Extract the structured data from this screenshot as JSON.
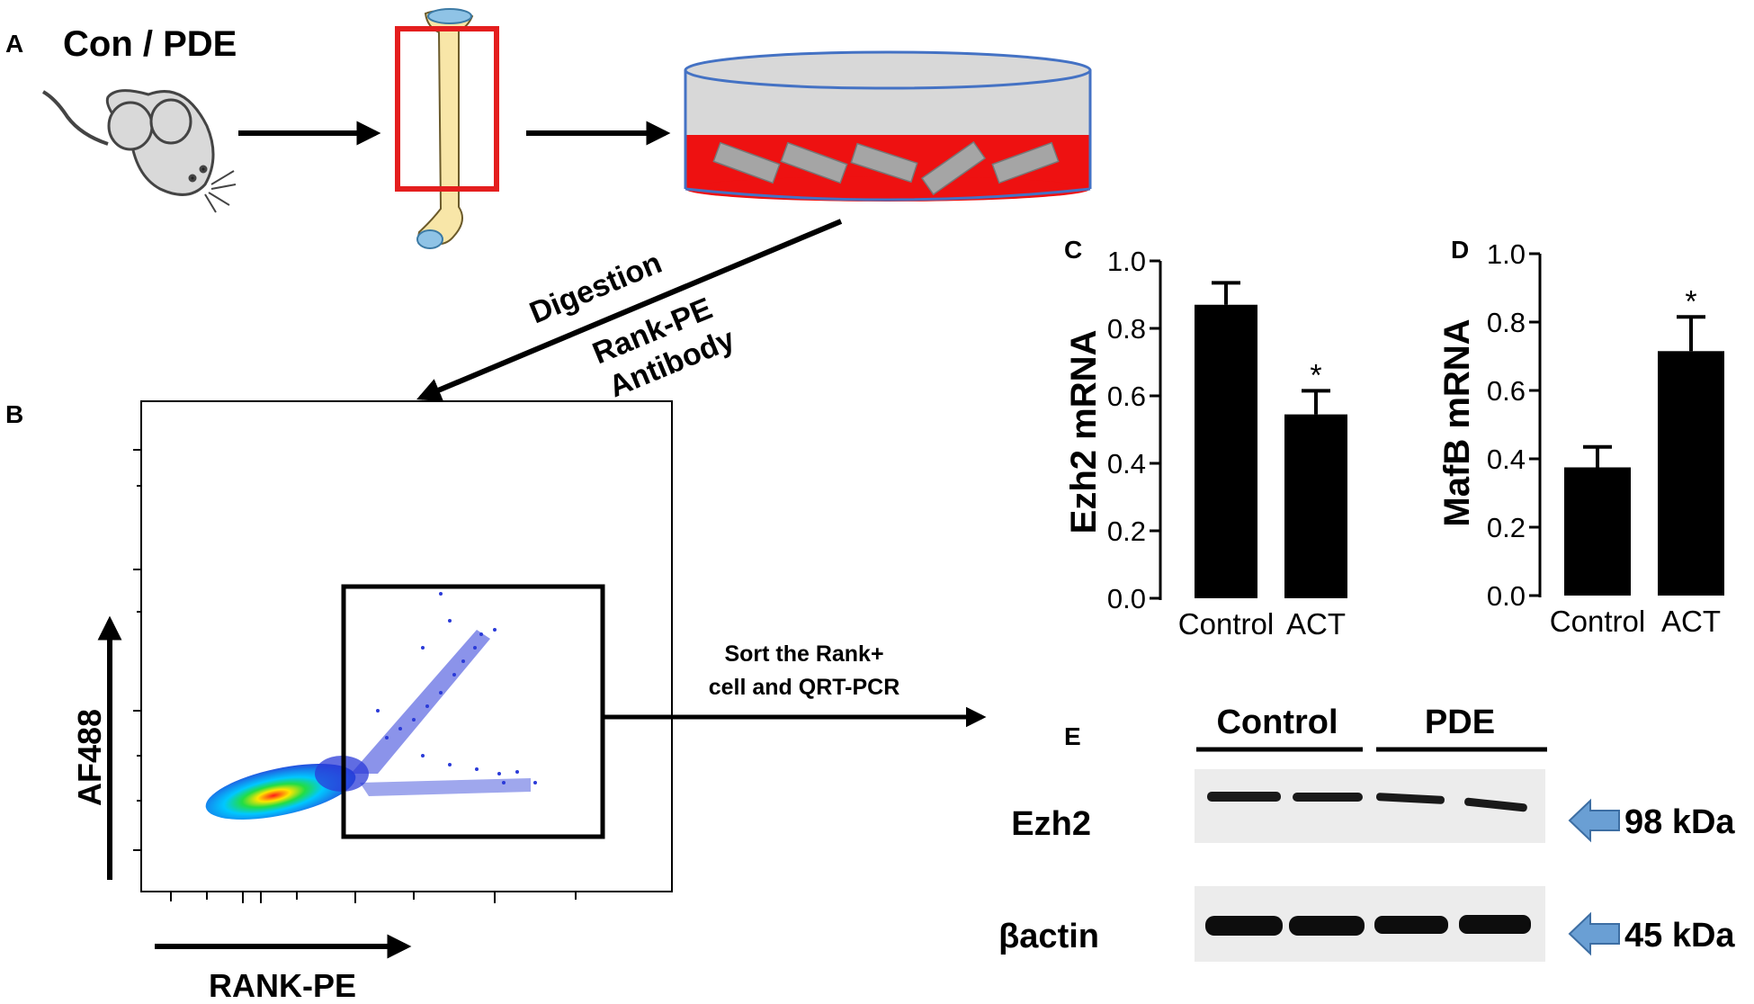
{
  "panels": {
    "a": {
      "letter": "A",
      "group_label": "Con / PDE",
      "step1_label": "Digestion",
      "step2_label_line1": "Rank-PE",
      "step2_label_line2": "Antibody"
    },
    "b": {
      "letter": "B",
      "x_label": "RANK-PE",
      "y_label": "AF488",
      "sort_label_line1": "Sort the Rank+",
      "sort_label_line2": "cell and QRT-PCR"
    },
    "c": {
      "letter": "C"
    },
    "d": {
      "letter": "D"
    },
    "e": {
      "letter": "E",
      "lane_groups": [
        "Control",
        "PDE"
      ],
      "rows": [
        {
          "protein": "Ezh2",
          "size": "98 kDa"
        },
        {
          "protein": "βactin",
          "size": "45 kDa"
        }
      ],
      "arrow_color": "#6a9fd4"
    }
  },
  "chart_data": [
    {
      "type": "bar",
      "panel": "C",
      "categories": [
        "Control",
        "ACT"
      ],
      "values": [
        0.87,
        0.545
      ],
      "errors": [
        0.065,
        0.07
      ],
      "significance": [
        "",
        "*"
      ],
      "ylabel": "Ezh2 mRNA",
      "ylim": [
        0.0,
        1.0
      ],
      "yticks": [
        "0.0",
        "0.2",
        "0.4",
        "0.6",
        "0.8",
        "1.0"
      ],
      "bar_color": "#000000"
    },
    {
      "type": "bar",
      "panel": "D",
      "categories": [
        "Control",
        "ACT"
      ],
      "values": [
        0.375,
        0.715
      ],
      "errors": [
        0.06,
        0.1
      ],
      "significance": [
        "",
        "*"
      ],
      "ylabel": "MafB mRNA",
      "ylim": [
        0.0,
        1.0
      ],
      "yticks": [
        "0.0",
        "0.2",
        "0.4",
        "0.6",
        "0.8",
        "1.0"
      ],
      "bar_color": "#000000"
    }
  ],
  "colors": {
    "bone_box": "#e41e1e",
    "bone": "#f8e6a8",
    "bone_joint": "#8fc3e6",
    "dish_top": "#d8d8d8",
    "dish_medium": "#ee1111",
    "dish_rim": "#4472c4",
    "fragment": "#a5a5a5",
    "cells": "#2b3bd8"
  }
}
